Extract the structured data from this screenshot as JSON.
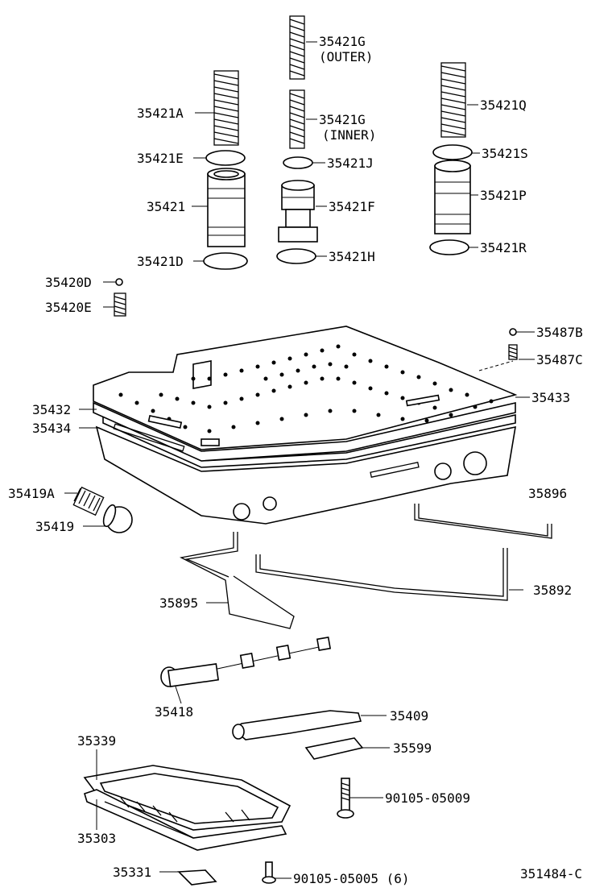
{
  "labels": {
    "p35421G_outer": "35421G",
    "p35421G_outer_note": "(OUTER)",
    "p35421A": "35421A",
    "p35421G_inner": "35421G",
    "p35421G_inner_note": "(INNER)",
    "p35421Q": "35421Q",
    "p35421E": "35421E",
    "p35421J": "35421J",
    "p35421S": "35421S",
    "p35421": "35421",
    "p35421F": "35421F",
    "p35421P": "35421P",
    "p35421D": "35421D",
    "p35421H": "35421H",
    "p35421R": "35421R",
    "p35420D": "35420D",
    "p35420E": "35420E",
    "p35487B": "35487B",
    "p35487C": "35487C",
    "p35432": "35432",
    "p35434": "35434",
    "p35433": "35433",
    "p35419A": "35419A",
    "p35419": "35419",
    "p35896": "35896",
    "p35892": "35892",
    "p35895": "35895",
    "p35418": "35418",
    "p35409": "35409",
    "p35339": "35339",
    "p35599": "35599",
    "p90105_05009": "90105-05009",
    "p35303": "35303",
    "p35331": "35331",
    "p90105_05005": "90105-05005 (6)",
    "diagram_number": "351484-C"
  }
}
